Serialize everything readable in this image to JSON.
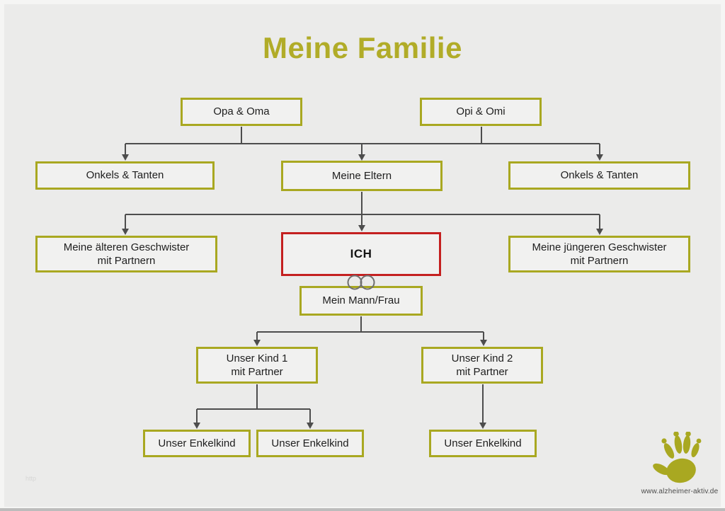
{
  "page": {
    "title": "Meine Familie",
    "watermark": "http",
    "footer_url": "www.alzheimer-aktiv.de"
  },
  "colors": {
    "background": "#ebebea",
    "accent_olive": "#a9a821",
    "title_olive": "#b1ac28",
    "highlight_red": "#c42020",
    "connector_gray": "#4d4d4d",
    "box_fill": "#f1f1f0",
    "text": "#1e1e1e"
  },
  "diagram": {
    "nodes": {
      "opa_oma": {
        "label": "Opa & Oma",
        "style": "olive"
      },
      "opi_omi": {
        "label": "Opi & Omi",
        "style": "olive"
      },
      "onkels_left": {
        "label": "Onkels & Tanten",
        "style": "olive"
      },
      "eltern": {
        "label": "Meine Eltern",
        "style": "olive"
      },
      "onkels_right": {
        "label": "Onkels & Tanten",
        "style": "olive"
      },
      "geschw_old": {
        "label": "Meine älteren Geschwister",
        "label2": "mit Partnern",
        "style": "olive"
      },
      "ich": {
        "label": "ICH",
        "style": "red-highlight"
      },
      "geschw_young": {
        "label": "Meine jüngeren Geschwister",
        "label2": "mit Partnern",
        "style": "olive"
      },
      "mann_frau": {
        "label": "Mein Mann/Frau",
        "style": "olive"
      },
      "kind1": {
        "label": "Unser Kind 1",
        "label2": "mit Partner",
        "style": "olive"
      },
      "kind2": {
        "label": "Unser Kind 2",
        "label2": "mit Partner",
        "style": "olive"
      },
      "enkel1": {
        "label": "Unser Enkelkind",
        "style": "olive"
      },
      "enkel2": {
        "label": "Unser Enkelkind",
        "style": "olive"
      },
      "enkel3": {
        "label": "Unser Enkelkind",
        "style": "olive"
      }
    },
    "symbols": {
      "wedding_rings": "between ICH and Mein Mann/Frau"
    }
  }
}
